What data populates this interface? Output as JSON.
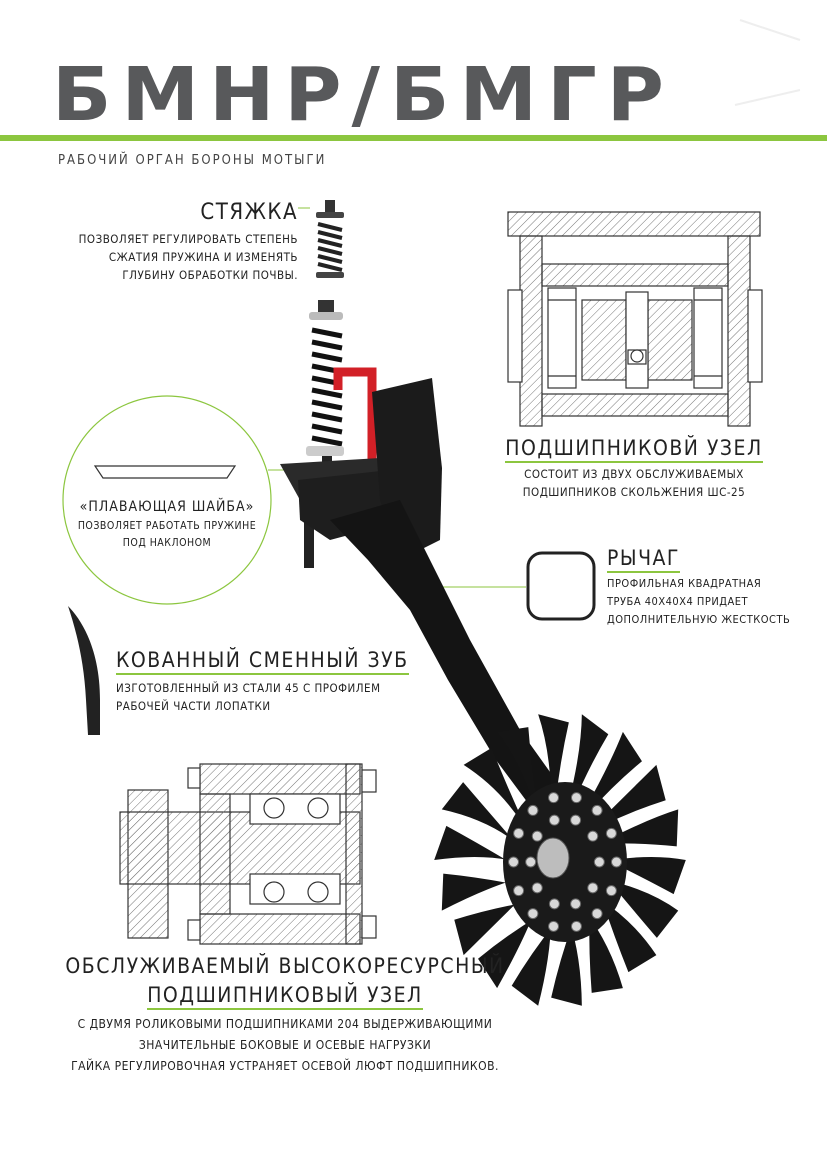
{
  "header": {
    "title": "БМНР/БМГР",
    "subtitle": "РАБОЧИЙ ОРГАН БОРОНЫ МОТЫГИ"
  },
  "callouts": {
    "styazhka": {
      "title": "СТЯЖКА",
      "lines": [
        "ПОЗВОЛЯЕТ РЕГУЛИРОВАТЬ СТЕПЕНЬ",
        "СЖАТИЯ ПРУЖИНА И ИЗМЕНЯТЬ",
        "ГЛУБИНУ ОБРАБОТКИ ПОЧВЫ."
      ]
    },
    "bearing_top": {
      "title": "ПОДШИПНИКОВЙ УЗЕЛ",
      "lines": [
        "СОСТОИТ ИЗ ДВУХ ОБСЛУЖИВАЕМЫХ",
        "ПОДШИПНИКОВ СКОЛЬЖЕНИЯ ШС-25"
      ]
    },
    "washer": {
      "title": "«ПЛАВАЮЩАЯ ШАЙБА»",
      "lines": [
        "ПОЗВОЛЯЕТ РАБОТАТЬ ПРУЖИНЕ",
        "ПОД НАКЛОНОМ"
      ]
    },
    "lever": {
      "title": "РЫЧАГ",
      "lines": [
        "ПРОФИЛЬНАЯ КВАДРАТНАЯ",
        "ТРУБА 40Х40Х4 ПРИДАЕТ",
        "ДОПОЛНИТЕЛЬНУЮ ЖЕСТКОСТЬ"
      ]
    },
    "tooth": {
      "title": "КОВАННЫЙ СМЕННЫЙ ЗУБ",
      "lines": [
        "ИЗГОТОВЛЕННЫЙ ИЗ СТАЛИ 45 С ПРОФИЛЕМ",
        "РАБОЧЕЙ ЧАСТИ ЛОПАТКИ"
      ]
    },
    "bearing_bottom": {
      "title_line1": "ОБСЛУЖИВАЕМЫЙ ВЫСОКОРЕСУРСНЫЙ",
      "title_line2": "ПОДШИПНИКОВЫЙ УЗЕЛ",
      "lines": [
        "С ДВУМЯ РОЛИКОВЫМИ  ПОДШИПНИКАМИ 204 ВЫДЕРЖИВАЮЩИМИ",
        "ЗНАЧИТЕЛЬНЫЕ БОКОВЫЕ И ОСЕВЫЕ НАГРУЗКИ",
        "ГАЙКА РЕГУЛИРОВОЧНАЯ УСТРАНЯЕТ ОСЕВОЙ ЛЮФТ ПОДШИПНИКОВ."
      ]
    }
  },
  "colors": {
    "accent": "#8cc63f",
    "title": "#58595b",
    "part": "#1e1e1e",
    "highlight": "#d22027"
  },
  "wheel": {
    "tine_count": 18
  }
}
